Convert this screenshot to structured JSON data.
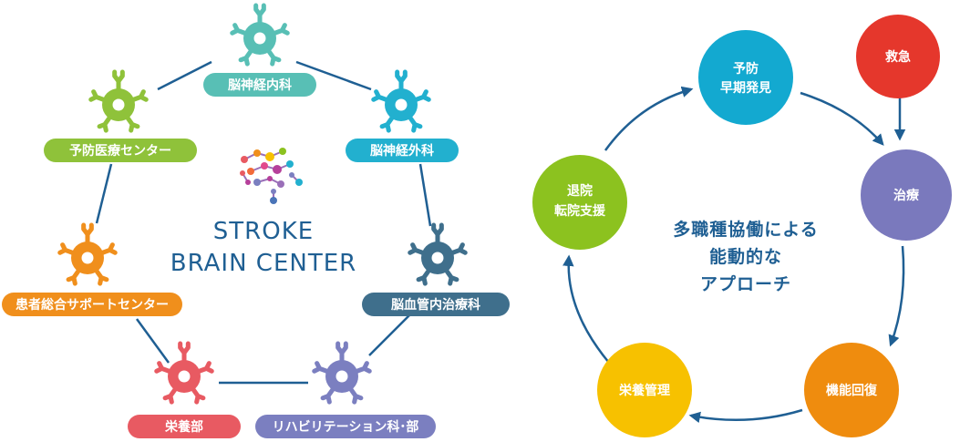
{
  "brand": {
    "line1": "STROKE",
    "line2": "BRAIN CENTER"
  },
  "network": {
    "departments": [
      {
        "label": "脳神経内科",
        "color": "#58bfb5"
      },
      {
        "label": "脳神経外科",
        "color": "#22b0cf"
      },
      {
        "label": "脳血管内治療科",
        "color": "#3f6f8c"
      },
      {
        "label": "リハビリテーション科･部",
        "color": "#7b7fc0"
      },
      {
        "label": "栄養部",
        "color": "#e85a62"
      },
      {
        "label": "患者総合サポートセンター",
        "color": "#f08f1c"
      },
      {
        "label": "予防医療センター",
        "color": "#8fc23a"
      }
    ]
  },
  "cycle": {
    "center_lines": [
      "多職種協働による",
      "能動的な",
      "アプローチ"
    ],
    "stages": [
      {
        "lines": [
          "予防",
          "早期発見"
        ],
        "color": "#13a9d0"
      },
      {
        "lines": [
          "治療"
        ],
        "color": "#7a79bd"
      },
      {
        "lines": [
          "機能回復"
        ],
        "color": "#ef8c0e"
      },
      {
        "lines": [
          "栄養管理"
        ],
        "color": "#f7c100"
      },
      {
        "lines": [
          "退院",
          "転院支援"
        ],
        "color": "#8cc21f"
      }
    ],
    "emergency": {
      "lines": [
        "救急"
      ],
      "color": "#e5372c"
    },
    "arrow_color": "#1f5f93"
  }
}
